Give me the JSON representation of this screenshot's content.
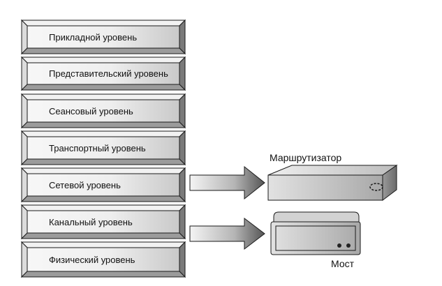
{
  "diagram": {
    "layers": [
      {
        "label": "Прикладной уровень"
      },
      {
        "label": "Представительский уровень"
      },
      {
        "label": "Сеансовый уровень"
      },
      {
        "label": "Транспортный уровень"
      },
      {
        "label": "Сетевой уровень"
      },
      {
        "label": "Канальный уровень"
      },
      {
        "label": "Физический уровень"
      }
    ],
    "devices": {
      "router": {
        "label": "Маршрутизатор"
      },
      "bridge": {
        "label": "Мост"
      }
    }
  }
}
